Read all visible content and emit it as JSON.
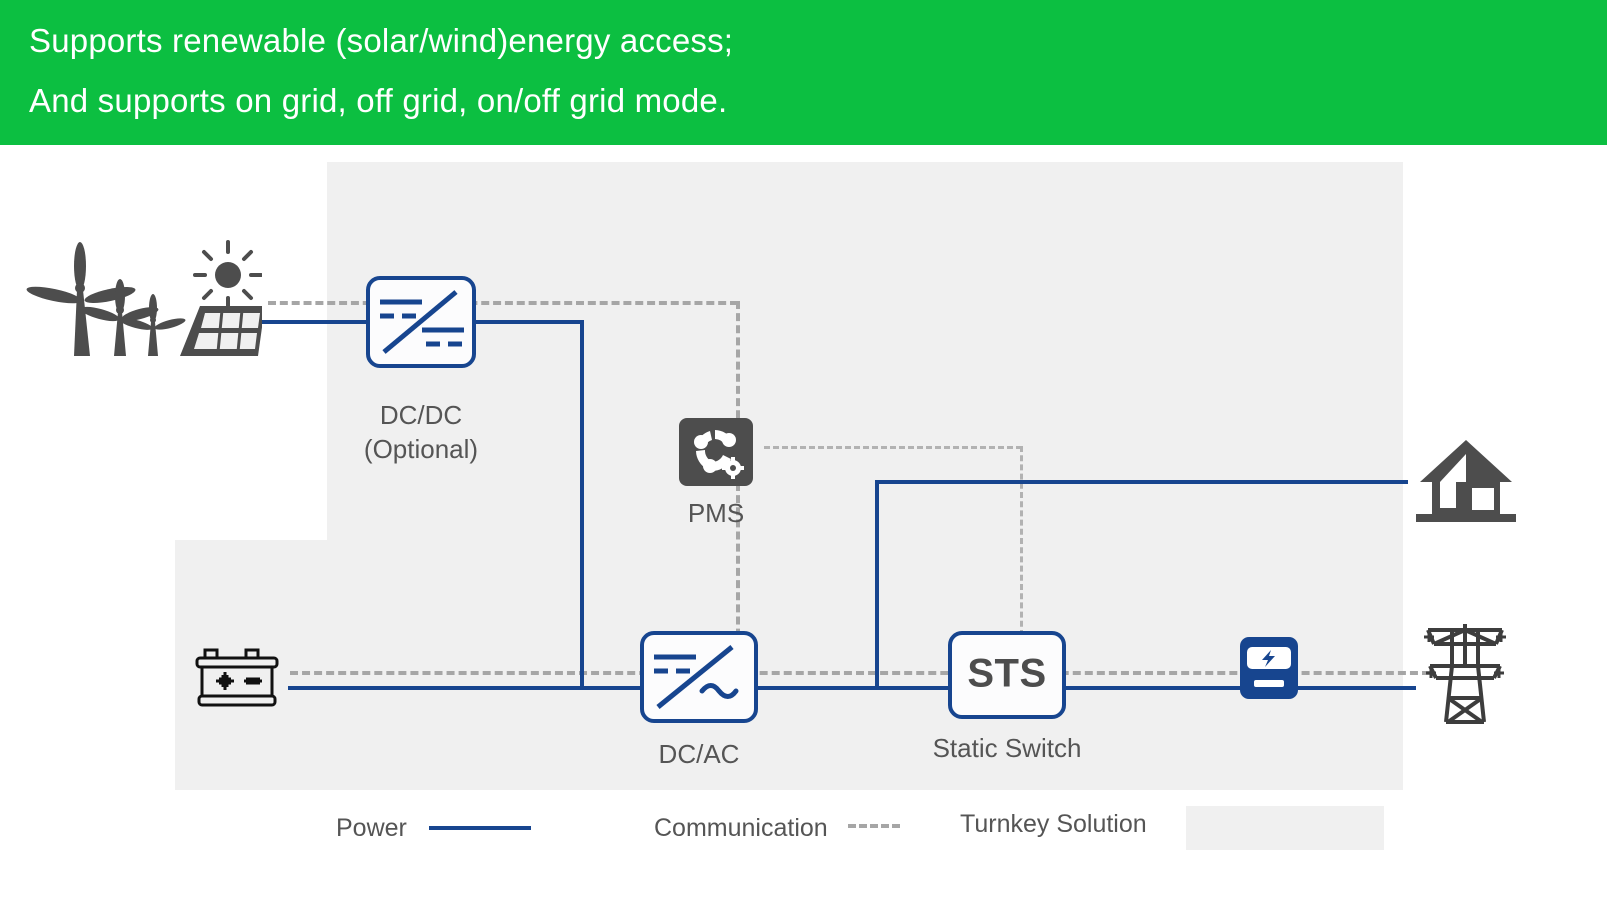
{
  "header": {
    "line1": "Supports renewable (solar/wind)energy access;",
    "line2": "And supports on grid, off grid, on/off grid mode.",
    "background_color": "#0cbf41",
    "text_color": "#ffffff"
  },
  "colors": {
    "power_line": "#17458f",
    "communication_line": "#a6a6a6",
    "turnkey_panel": "#f0f0f0",
    "device_gray": "#4d4d4d",
    "label_text": "#555555"
  },
  "nodes": {
    "renewable": {
      "name": "wind-solar-source"
    },
    "dcdc": {
      "label_line1": "DC/DC",
      "label_line2": "(Optional)"
    },
    "pms": {
      "label": "PMS"
    },
    "dcac": {
      "label": "DC/AC"
    },
    "sts": {
      "text": "STS",
      "label": "Static Switch"
    },
    "battery": {
      "name": "battery-storage"
    },
    "meter": {
      "name": "energy-meter"
    },
    "house": {
      "name": "residential-load"
    },
    "grid": {
      "name": "utility-grid-tower"
    }
  },
  "legend": {
    "power": "Power",
    "communication": "Communication",
    "turnkey": "Turnkey Solution"
  }
}
